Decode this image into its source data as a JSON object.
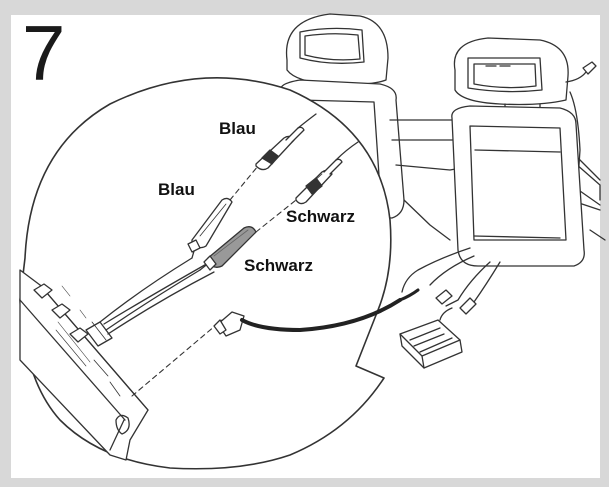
{
  "step_number": "7",
  "labels": {
    "blau_top": "Blau",
    "blau_left": "Blau",
    "schwarz_right": "Schwarz",
    "schwarz_left": "Schwarz"
  },
  "colors": {
    "background": "#d8d8d8",
    "panel": "#ffffff",
    "line": "#222222"
  }
}
